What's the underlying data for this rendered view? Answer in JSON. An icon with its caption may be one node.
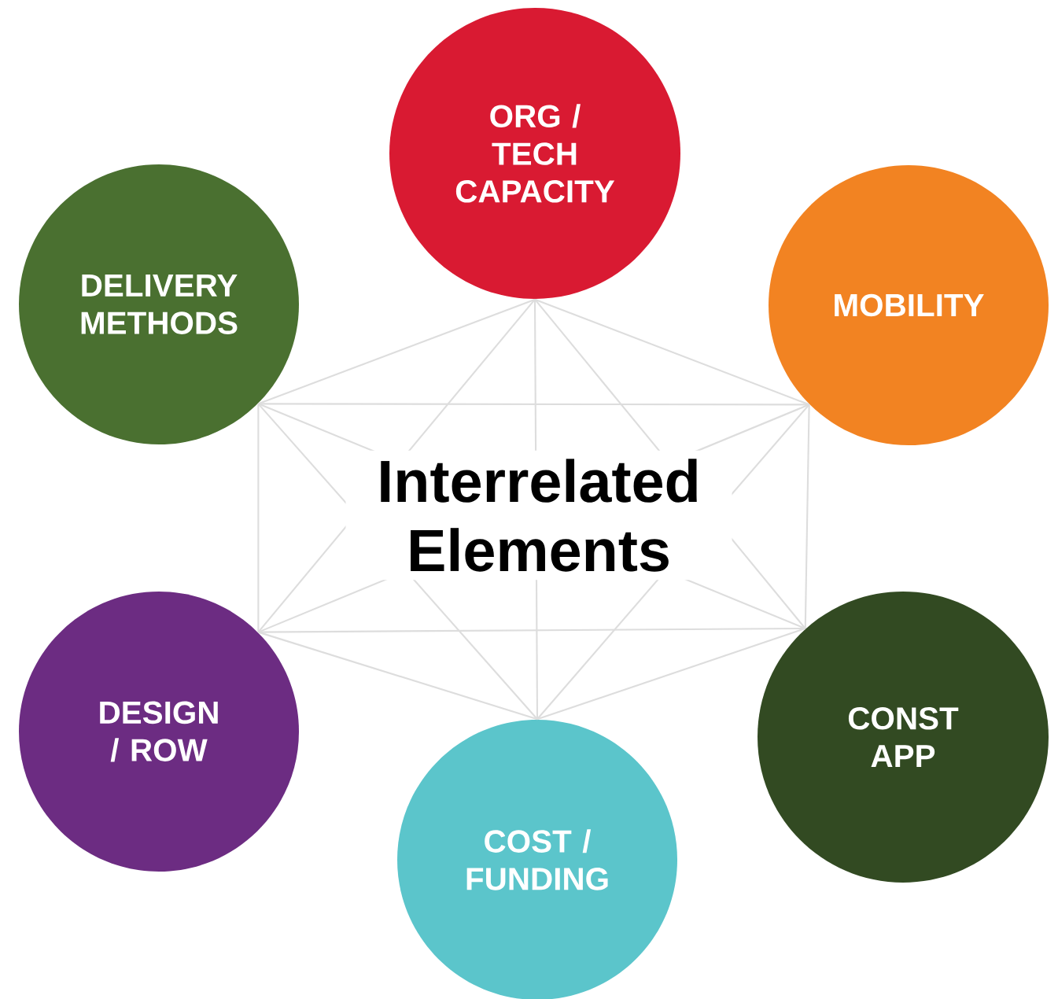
{
  "diagram": {
    "nodes": [
      {
        "text": [
          "ORG / TECH CAPACITY"
        ]
      },
      {
        "text": [
          "DELIVERY METHODS"
        ]
      },
      {
        "text": [
          "MOBILITY"
        ]
      },
      {
        "text": [
          "DESIGN / ROW"
        ]
      },
      {
        "text": [
          "CONST APP"
        ]
      },
      {
        "text": [
          "COST / FUNDING"
        ]
      }
    ],
    "edges": [
      {
        "from": 0,
        "to": 1,
        "arrow": "none"
      },
      {
        "from": 0,
        "to": 2,
        "arrow": "none"
      },
      {
        "from": 0,
        "to": 3,
        "arrow": "none"
      },
      {
        "from": 0,
        "to": 4,
        "arrow": "none"
      },
      {
        "from": 0,
        "to": 5,
        "arrow": "none"
      },
      {
        "from": 1,
        "to": 2,
        "arrow": "none"
      },
      {
        "from": 1,
        "to": 3,
        "arrow": "none"
      },
      {
        "from": 1,
        "to": 4,
        "arrow": "none"
      },
      {
        "from": 1,
        "to": 5,
        "arrow": "none"
      },
      {
        "from": 2,
        "to": 3,
        "arrow": "none"
      },
      {
        "from": 2,
        "to": 4,
        "arrow": "none"
      },
      {
        "from": 2,
        "to": 5,
        "arrow": "none"
      },
      {
        "from": 3,
        "to": 4,
        "arrow": "none"
      },
      {
        "from": 3,
        "to": 5,
        "arrow": "none"
      },
      {
        "from": 4,
        "to": 5,
        "arrow": "none"
      }
    ],
    "labels": [
      "Interrelated Elements"
    ]
  }
}
